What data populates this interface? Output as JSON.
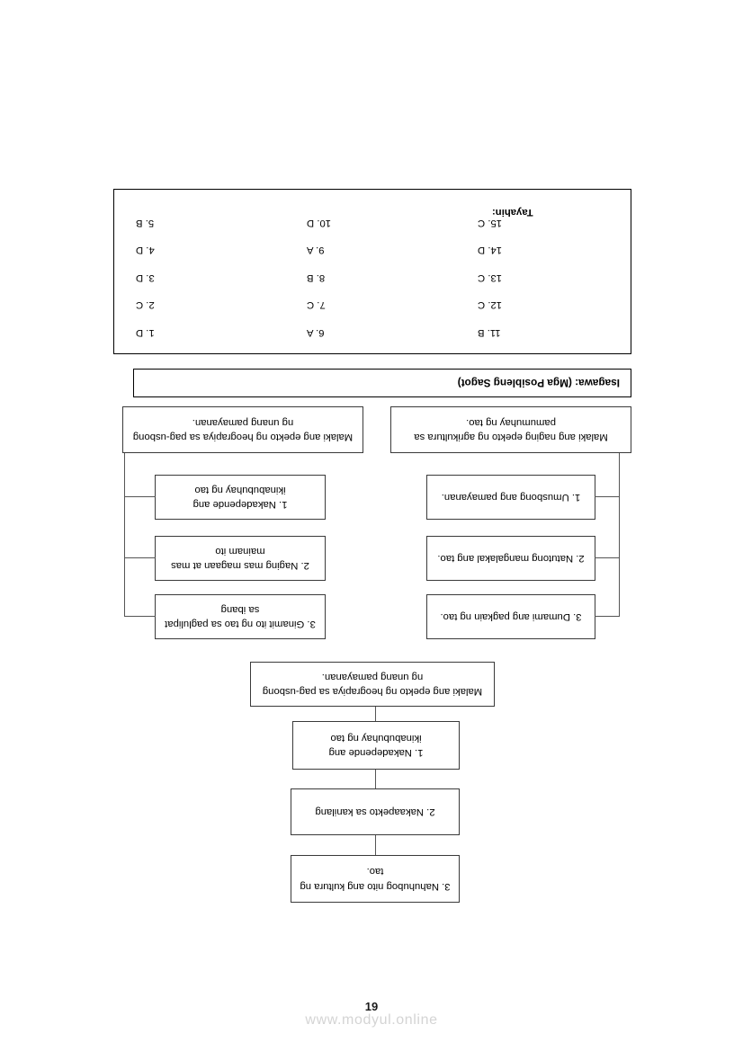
{
  "page": {
    "number": "19",
    "watermark": "www.modyul.online",
    "rotation_degrees": 180
  },
  "diagram": {
    "top_chain": [
      {
        "id": "1",
        "text": "1. Nakadepende ang ikinabubuhay ng tao"
      },
      {
        "id": "2",
        "text": "2. Nakaapekto sa kanilang"
      },
      {
        "id": "3",
        "text": "3. Nahuhubog nito ang kultura ng tao."
      }
    ],
    "top_summary": "Malaki ang epekto ng heograpiya sa pag-usbong ng unang pamayanan.",
    "left_group": {
      "summary": "Malaki ang naging epekto ng agrikultura sa pamumuhay ng tao.",
      "items": [
        {
          "id": "1",
          "text": "1. Umusbong ang pamayanan."
        },
        {
          "id": "2",
          "text": "2. Natutong mangalakal ang tao."
        },
        {
          "id": "3",
          "text": "3. Dumami ang pagkain ng tao."
        }
      ]
    },
    "right_group": {
      "summary": "Malaki ang epekto ng heograpiya sa pag-usbong ng unang pamayanan.",
      "items": [
        {
          "id": "1",
          "text": "1. Nakadepende ang ikinabubuhay ng tao"
        },
        {
          "id": "2",
          "text": "2. Naging mas magaan at mas mainam ito"
        },
        {
          "id": "3",
          "text": "3. Ginamit ito ng tao sa paglulipat sa ibang"
        }
      ]
    }
  },
  "isagawa": {
    "banner_text": "Isagawa: (Mga Posibleng Sagot)"
  },
  "answer_key": {
    "label": "Tayahin:",
    "columns": [
      {
        "cells": [
          "1. D",
          "2. C",
          "3. D",
          "4. D",
          "5. B"
        ]
      },
      {
        "cells": [
          "6. A",
          "7. C",
          "8. B",
          "9. A",
          "10. D"
        ]
      },
      {
        "cells": [
          "11. B",
          "12. C",
          "13. C",
          "14. D",
          "15. C"
        ]
      }
    ]
  },
  "colors": {
    "box_border": "#3a3a3a",
    "connector": "#555555",
    "frame_border": "#000000",
    "watermark": "#d4d4d4"
  }
}
